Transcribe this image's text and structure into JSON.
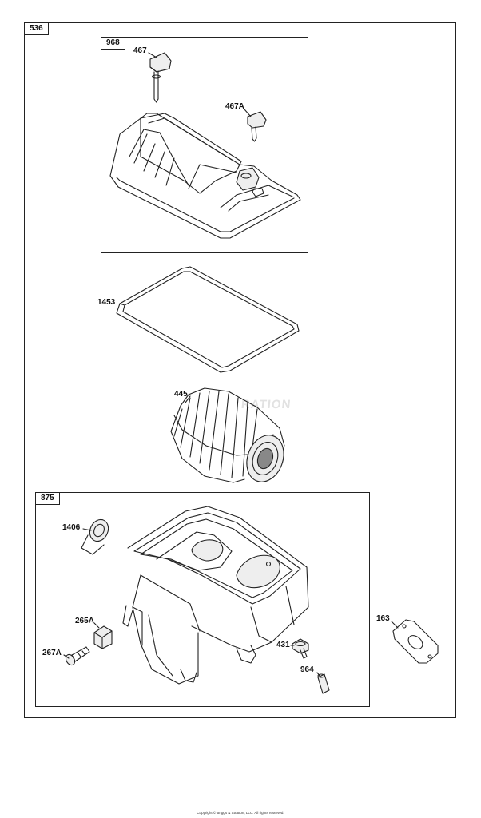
{
  "assembly": {
    "number": "536"
  },
  "sub_assemblies": {
    "cover": {
      "number": "968"
    },
    "base": {
      "number": "875"
    }
  },
  "callouts": {
    "knob": "467",
    "knob_a": "467A",
    "gasket_seal": "1453",
    "filter": "445",
    "grommet": "1406",
    "clip": "265A",
    "screw": "267A",
    "bolt": "431",
    "tube": "964",
    "gasket": "163"
  },
  "watermark": "RATION",
  "copyright": "Copyright © Briggs & Stratton, LLC. All rights reserved."
}
